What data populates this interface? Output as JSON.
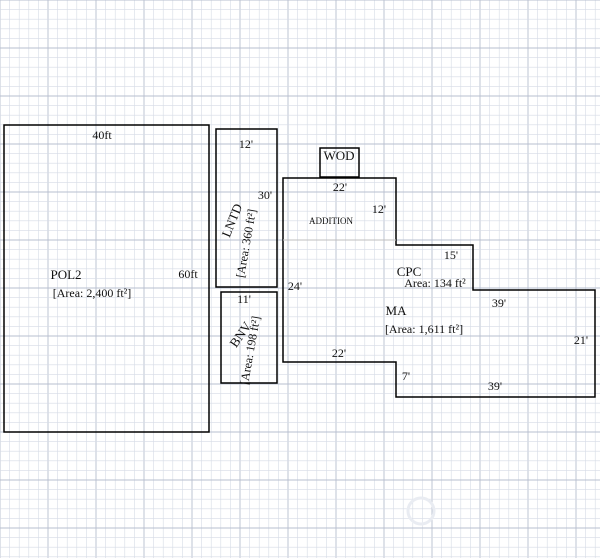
{
  "colors": {
    "grid_minor": "#d6dbe6",
    "grid_major": "#b7bfcf",
    "walls": "#000000",
    "divider": "#bfbfbf"
  },
  "pol2": {
    "label": "POL2",
    "area": "[Area: 2,400 ft²]",
    "dim_top": "40ft",
    "dim_right": "60ft"
  },
  "lntd": {
    "label": "LNTD",
    "area": "[Area: 360 ft²]",
    "dim_top": "12'",
    "dim_side": "30'"
  },
  "bnv": {
    "label": "BNV",
    "area": "[Area: 198 ft²]",
    "dim_top": "11'"
  },
  "wod": {
    "label": "WOD"
  },
  "ma": {
    "label": "MA",
    "area": "[Area: 1,611 ft²]",
    "addition_label": "ADDITION",
    "dim_top": "22'",
    "dim_right_upper": "12'",
    "dim_left": "24'",
    "dim_bottom_left": "22'",
    "dim_step": "7'",
    "dim_top_right": "39'",
    "dim_right": "21'",
    "dim_bottom_right": "39'"
  },
  "cpc": {
    "label": "CPC",
    "area": "Area: 134 ft²",
    "dim_top": "15'"
  }
}
